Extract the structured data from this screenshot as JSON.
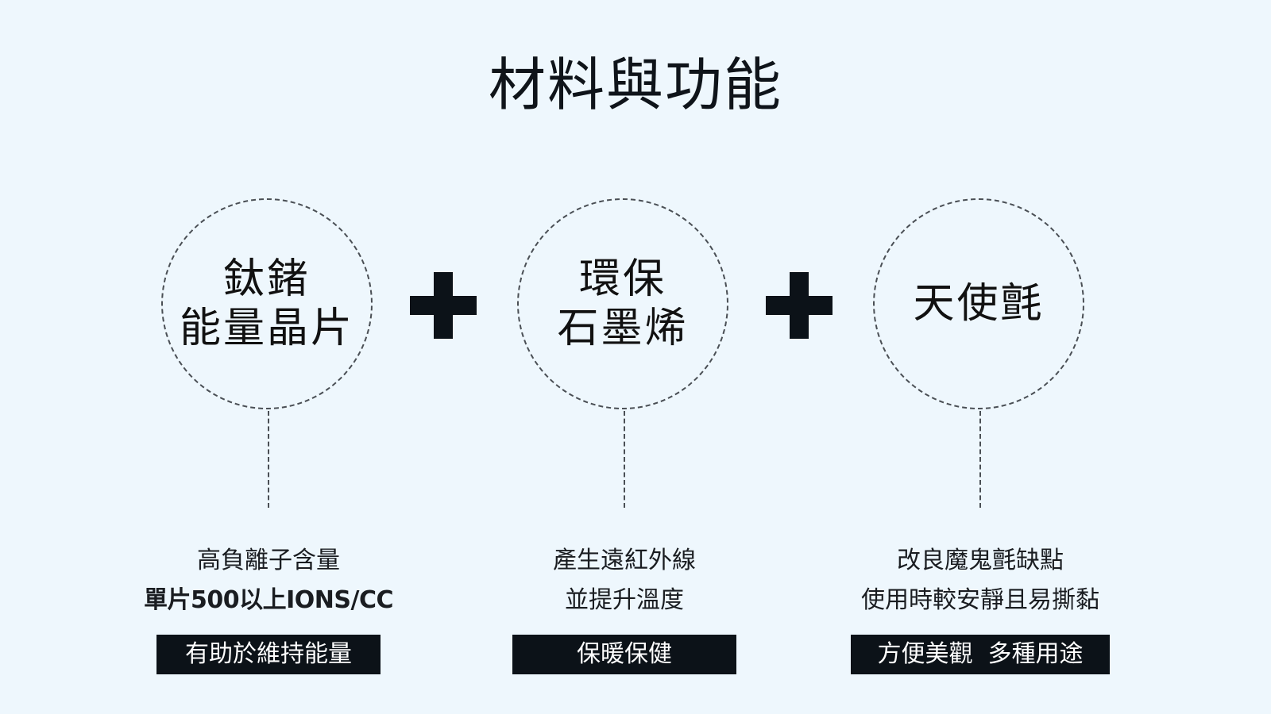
{
  "title": "材料與功能",
  "columns": [
    {
      "circle_lines": [
        "鈦鍺",
        "能量晶片"
      ],
      "description_lines": [
        "高負離子含量",
        "單片500以上IONS/CC"
      ],
      "badge": "有助於維持能量"
    },
    {
      "circle_lines": [
        "環保",
        "石墨烯"
      ],
      "description_lines": [
        "產生遠紅外線",
        "並提升溫度"
      ],
      "badge": "保暖保健"
    },
    {
      "circle_lines": [
        "天使氈"
      ],
      "description_lines": [
        "改良魔鬼氈缺點",
        "使用時較安靜且易撕黏"
      ],
      "badge": "方便美觀  多種用途"
    }
  ],
  "icons": {
    "separator": "plus-icon"
  },
  "colors": {
    "background": "#eef7fd",
    "text": "#0f141a",
    "badge_background": "#0c1218",
    "badge_text": "#ffffff",
    "dashed_border": "#4a4f55"
  }
}
